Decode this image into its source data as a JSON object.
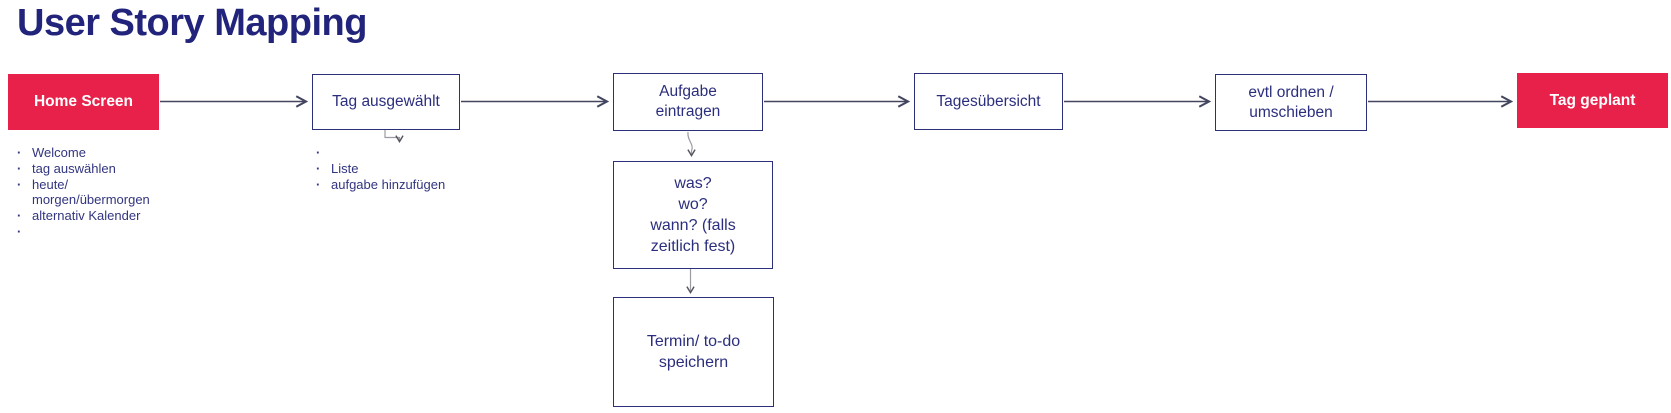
{
  "title": "User Story Mapping",
  "colors": {
    "accent_red": "#e7214a",
    "navy_text": "#23267a",
    "box_border": "#2c2f7a",
    "arrow_line": "#43465f",
    "connector_gray": "#9b9ba3",
    "background": "#ffffff"
  },
  "flow": {
    "steps": [
      {
        "id": "home-screen",
        "label": "Home Screen",
        "variant": "filled"
      },
      {
        "id": "tag-ausgewaehlt",
        "label": "Tag ausgewählt",
        "variant": "outline"
      },
      {
        "id": "aufgabe-eintragen",
        "label": "Aufgabe\neintragen",
        "variant": "outline"
      },
      {
        "id": "tagesuebersicht",
        "label": "Tagesübersicht",
        "variant": "outline"
      },
      {
        "id": "evtl-ordnen",
        "label": "evtl ordnen /\numschieben",
        "variant": "outline"
      },
      {
        "id": "tag-geplant",
        "label": "Tag geplant",
        "variant": "filled"
      }
    ],
    "sub_steps": [
      {
        "id": "was-wo-wann",
        "label": "was?\nwo?\nwann? (falls\nzeitlich fest)",
        "parent": "aufgabe-eintragen"
      },
      {
        "id": "termin-speichern",
        "label": "Termin/ to-do\nspeichern",
        "parent": "was-wo-wann"
      }
    ]
  },
  "notes": {
    "home_screen": {
      "items": [
        {
          "text": "Welcome"
        },
        {
          "text": "tag auswählen"
        },
        {
          "text": "heute/"
        },
        {
          "text": "morgen/übermorgen",
          "continuation": true
        },
        {
          "text": "alternativ Kalender"
        },
        {
          "text": ""
        }
      ]
    },
    "tag_ausgewaehlt": {
      "items": [
        {
          "text": ""
        },
        {
          "text": "Liste"
        },
        {
          "text": "aufgabe hinzufügen"
        }
      ]
    }
  }
}
